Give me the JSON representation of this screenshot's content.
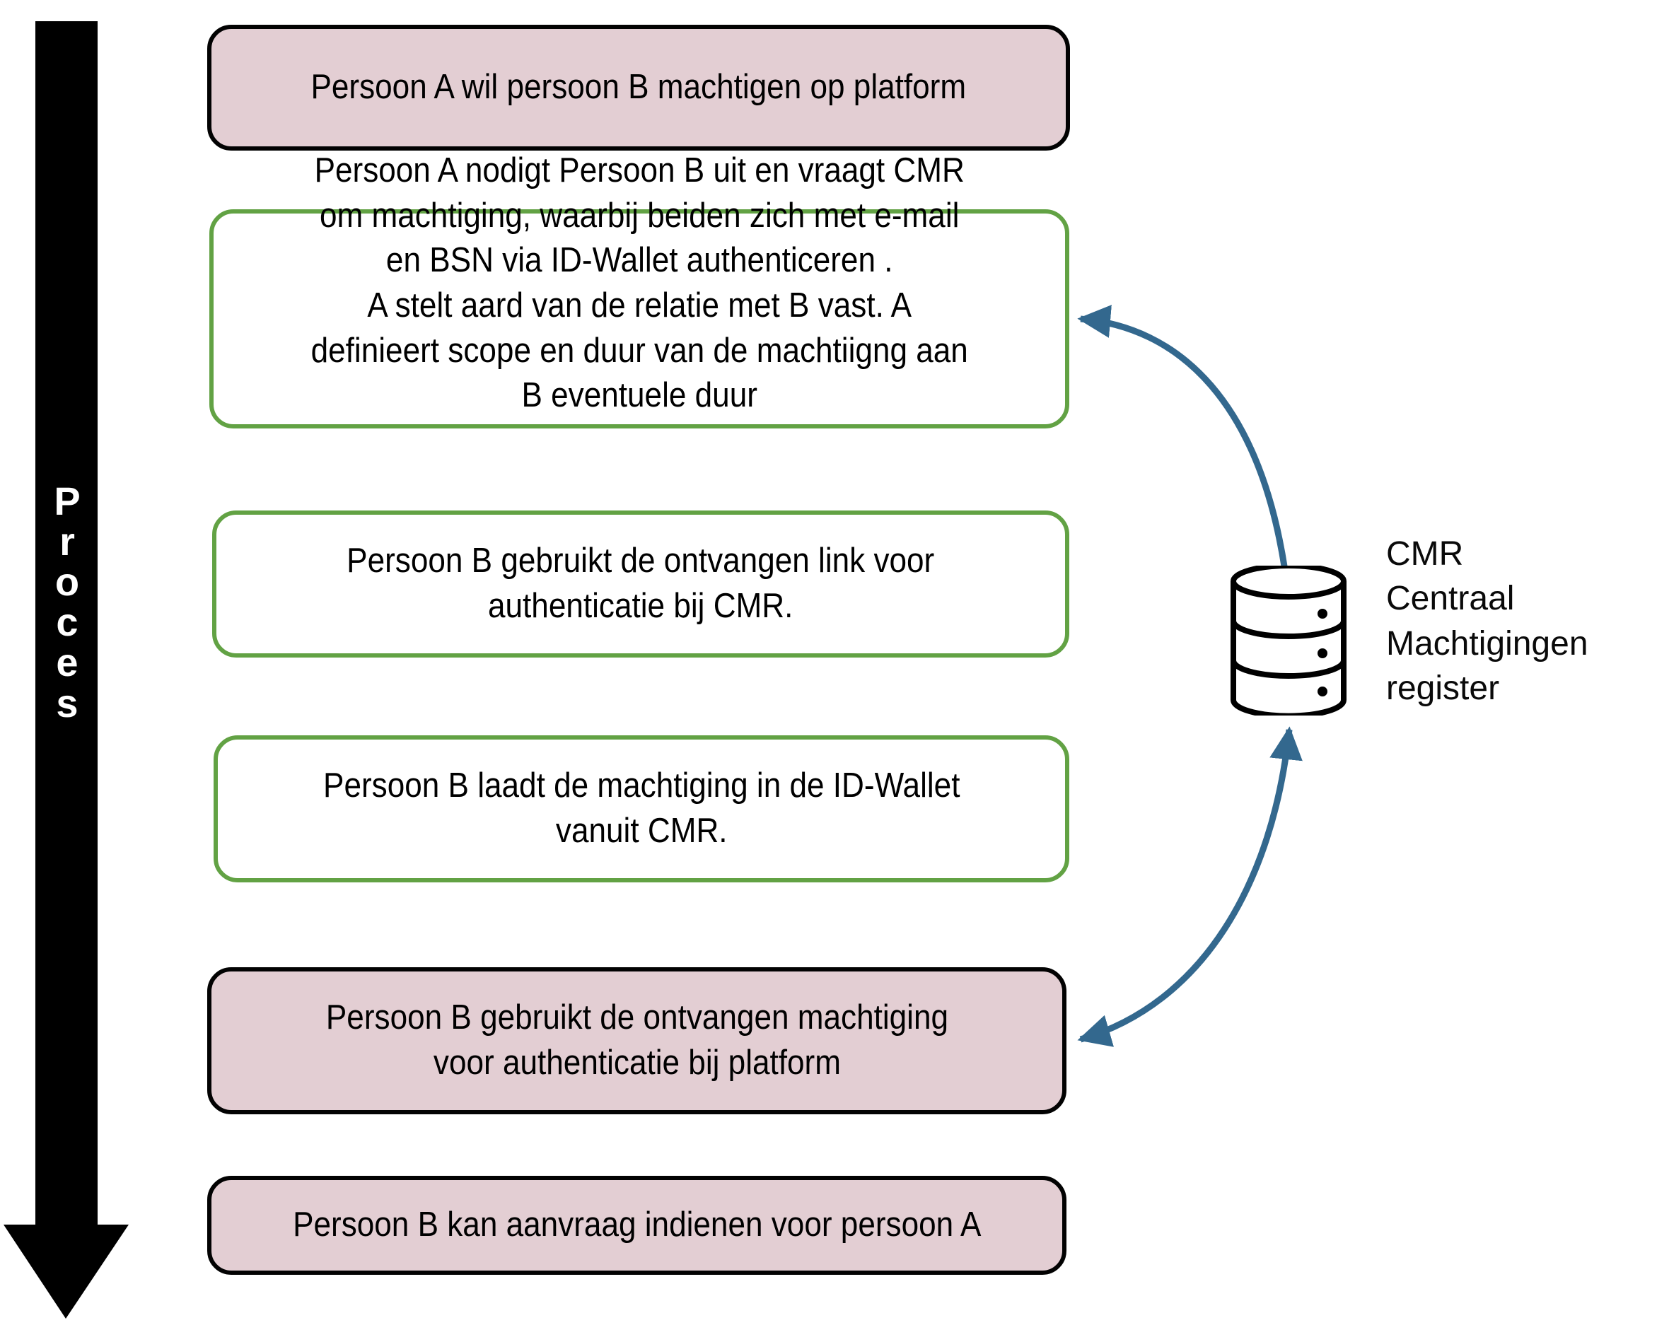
{
  "diagram": {
    "title": "Proces machtiging via CMR",
    "colors": {
      "pink_fill": "#e3ced3",
      "black_border": "#020202",
      "green_border": "#62a244",
      "arrow_blue": "#33688e",
      "process_arrow": "#000000"
    }
  },
  "process_arrow": {
    "label": "Proces",
    "letters": [
      "P",
      "r",
      "o",
      "c",
      "e",
      "s"
    ],
    "direction": "down"
  },
  "steps": [
    {
      "id": "step-1",
      "style": "pink",
      "text": "Persoon A  wil persoon B machtigen op platform"
    },
    {
      "id": "step-2",
      "style": "green",
      "text": "Persoon A nodigt Persoon B uit en vraagt CMR\nom machtiging, waarbij beiden zich met e-mail\nen BSN via ID-Wallet authenticeren .\nA stelt aard van de relatie met B vast. A\ndefinieert scope en  duur van de machtiigng aan\nB  eventuele duur"
    },
    {
      "id": "step-3",
      "style": "green",
      "text": "Persoon B gebruikt de ontvangen link voor\nauthenticatie bij CMR."
    },
    {
      "id": "step-4",
      "style": "green",
      "text": "Persoon B laadt de machtiging in de ID-Wallet\nvanuit CMR."
    },
    {
      "id": "step-5",
      "style": "pink",
      "text": "Persoon B gebruikt de ontvangen machtiging\nvoor authenticatie bij platform"
    },
    {
      "id": "step-6",
      "style": "pink",
      "text": "Persoon B kan aanvraag indienen voor persoon A"
    }
  ],
  "datastore": {
    "icon": "database-cylinder-icon",
    "label": "CMR\nCentraal\nMachtigingen\nregister"
  },
  "connectors": [
    {
      "id": "connector-top",
      "from": "step-2",
      "to": "datastore",
      "style": "double-headed curved arrow"
    },
    {
      "id": "connector-bottom",
      "from": "datastore",
      "to": "step-5",
      "style": "double-headed curved arrow"
    }
  ]
}
